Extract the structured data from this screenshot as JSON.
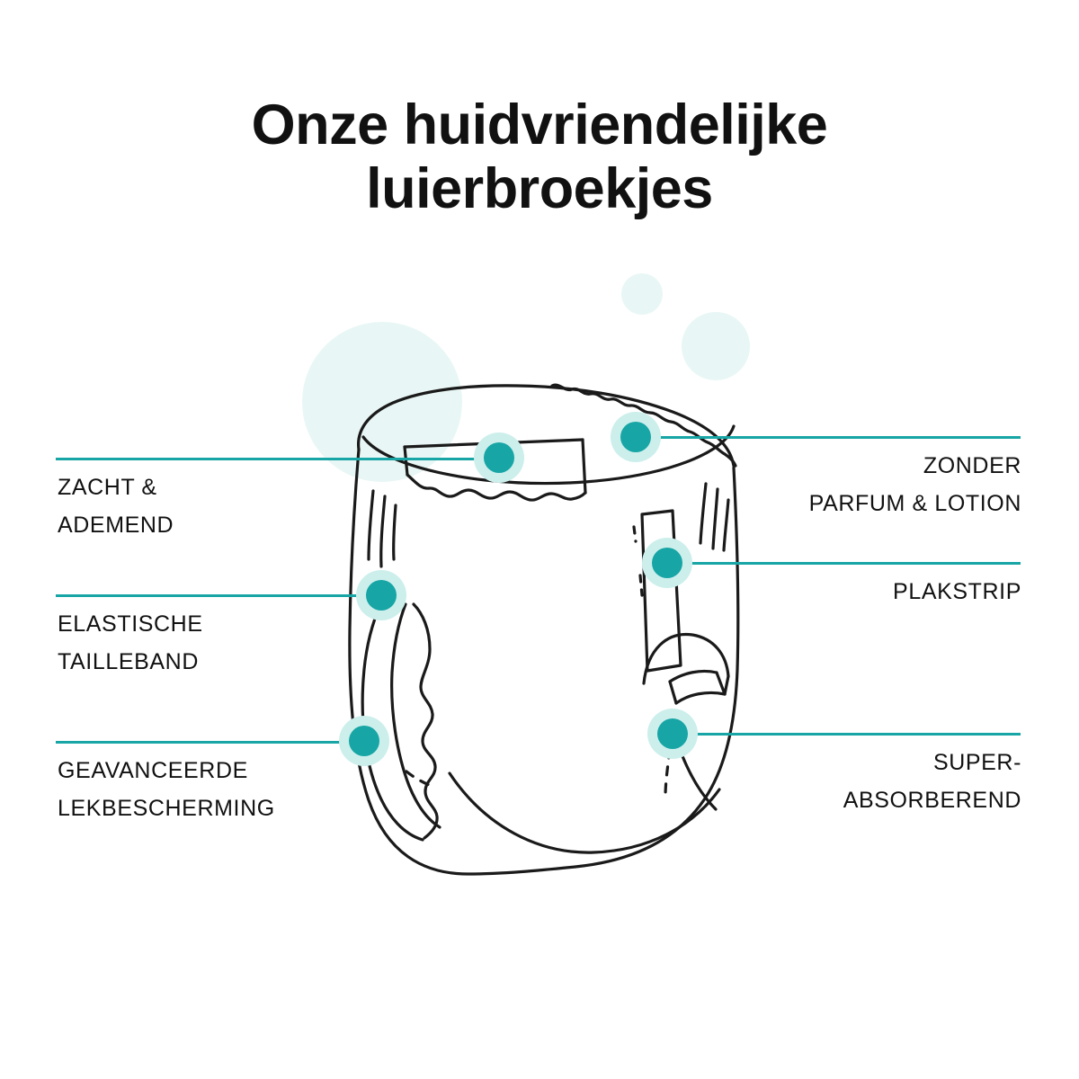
{
  "title": {
    "line1": "Onze huidvriendelijke",
    "line2": "luierbroekjes"
  },
  "colors": {
    "accent_teal": "#17A5A5",
    "marker_halo": "#CCEFEC",
    "background_blob": "#E8F7F5",
    "stroke_black": "#1A1A1A",
    "page_background": "#FFFFFF",
    "text": "#111111"
  },
  "features": {
    "left": [
      {
        "id": "zacht-ademend",
        "label": "ZACHT &\nADEMEND"
      },
      {
        "id": "elastische-tailleband",
        "label": "ELASTISCHE\nTAILLEBAND"
      },
      {
        "id": "geavanceerde-lekbescherming",
        "label": "GEAVANCEERDE\nLEKBESCHERMING"
      }
    ],
    "right": [
      {
        "id": "zonder-parfum-lotion",
        "label": "ZONDER\nPARFUM & LOTION"
      },
      {
        "id": "plakstrip",
        "label": "PLAKSTRIP"
      },
      {
        "id": "super-absorberend",
        "label": "SUPER-\nABSORBEREND"
      }
    ]
  },
  "illustration": {
    "name": "diaper-pants-line-drawing",
    "description": "Line drawing of a baby diaper pant, side three-quarter view"
  }
}
